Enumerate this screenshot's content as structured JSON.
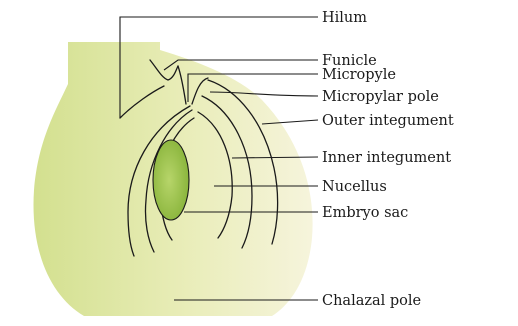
{
  "diagram": {
    "labels": {
      "hilum": "Hilum",
      "funicle": "Funicle",
      "micropyle": "Micropyle",
      "micropylar_pole": "Micropylar pole",
      "outer_integument": "Outer integument",
      "inner_integument": "Inner integument",
      "nucellus": "Nucellus",
      "embryo_sac": "Embryo sac",
      "chalazal_pole": "Chalazal pole"
    },
    "colors": {
      "ovule_fill_light": "#f4f3d4",
      "ovule_fill_dark": "#d8e59a",
      "embryo_sac_fill": "#9cc24a",
      "line": "#1a1a1a"
    }
  }
}
